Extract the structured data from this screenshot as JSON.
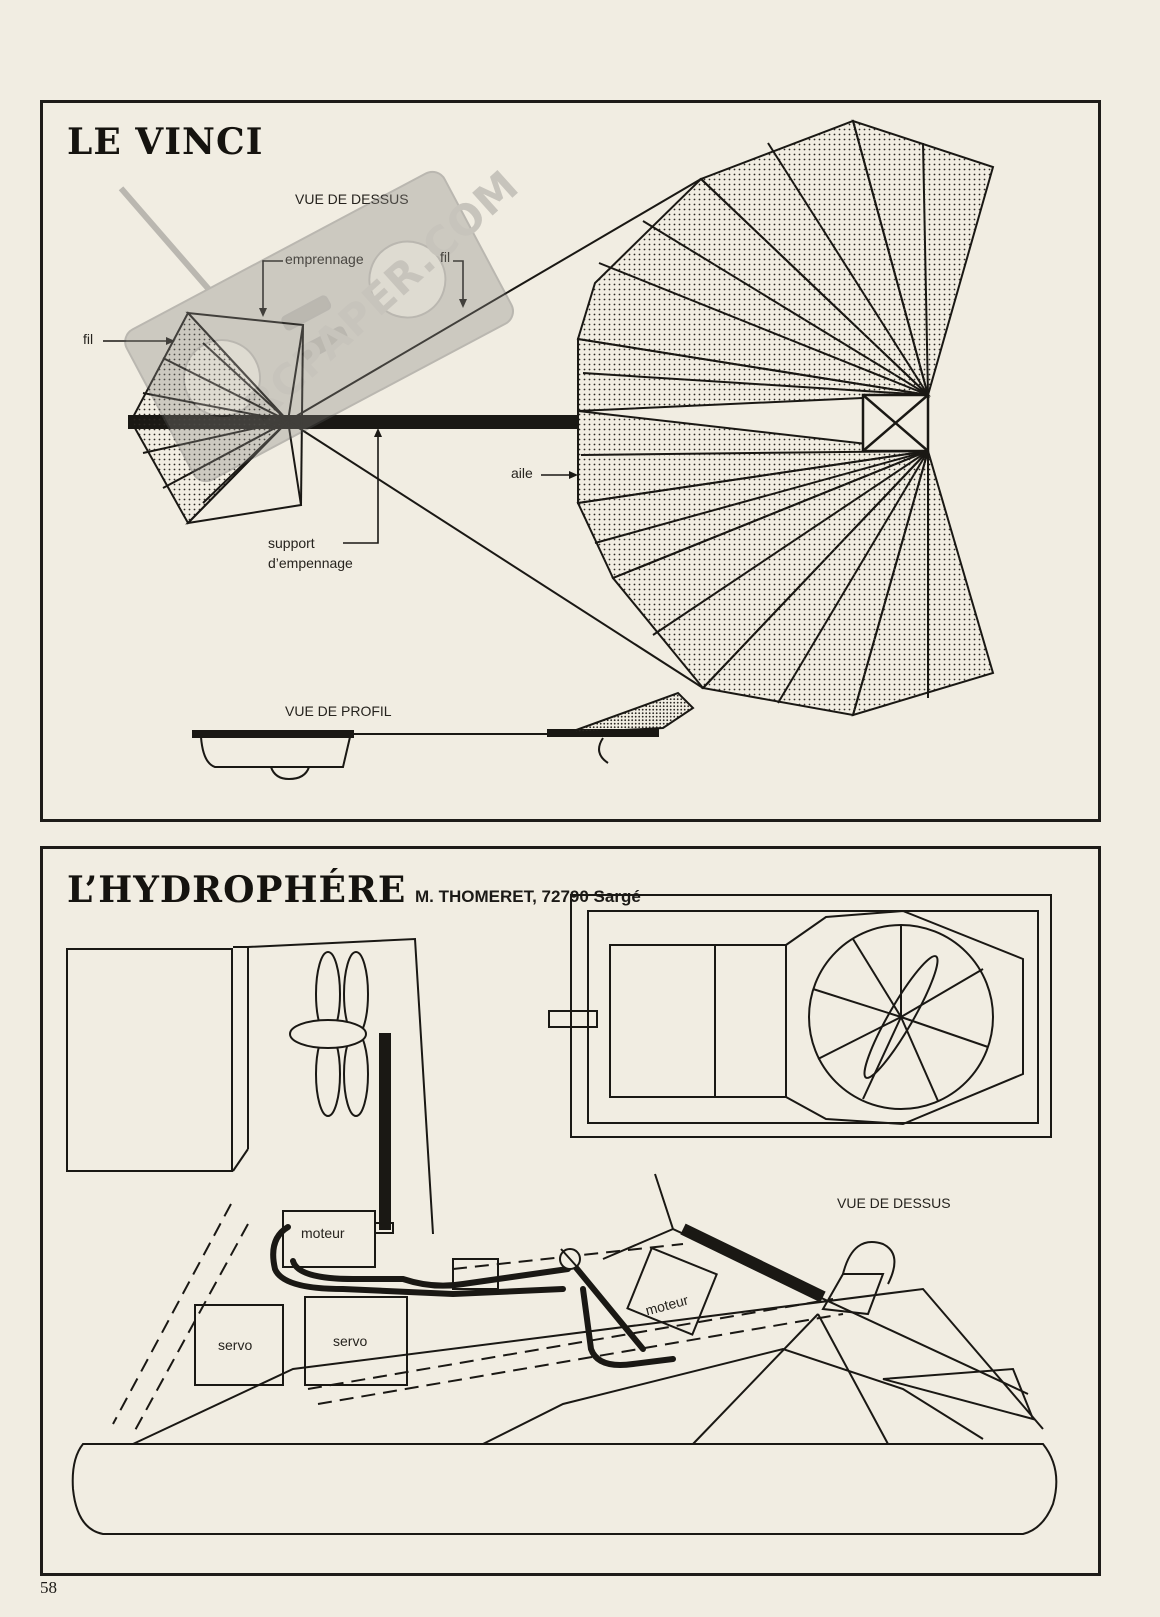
{
  "page_number": "58",
  "watermark": {
    "text": "RCPAPER.COM",
    "icon": "radio-transmitter-icon"
  },
  "vinci": {
    "title": "LE VINCI",
    "labels": {
      "top_view": "VUE DE DESSUS",
      "empennage": "emprennage",
      "wire_top": "fil",
      "wire_left": "fil",
      "wing": "aile",
      "support_line1": "support",
      "support_line2": "d’empennage",
      "profile_view": "VUE DE PROFIL"
    }
  },
  "hydro": {
    "title": "L’HYDROPHÉRE",
    "author": "M. THOMERET, 72790 Sargé",
    "labels": {
      "top_view": "VUE DE DESSUS",
      "motor1": "moteur",
      "motor2": "moteur",
      "servo1": "servo",
      "servo2": "servo"
    }
  }
}
